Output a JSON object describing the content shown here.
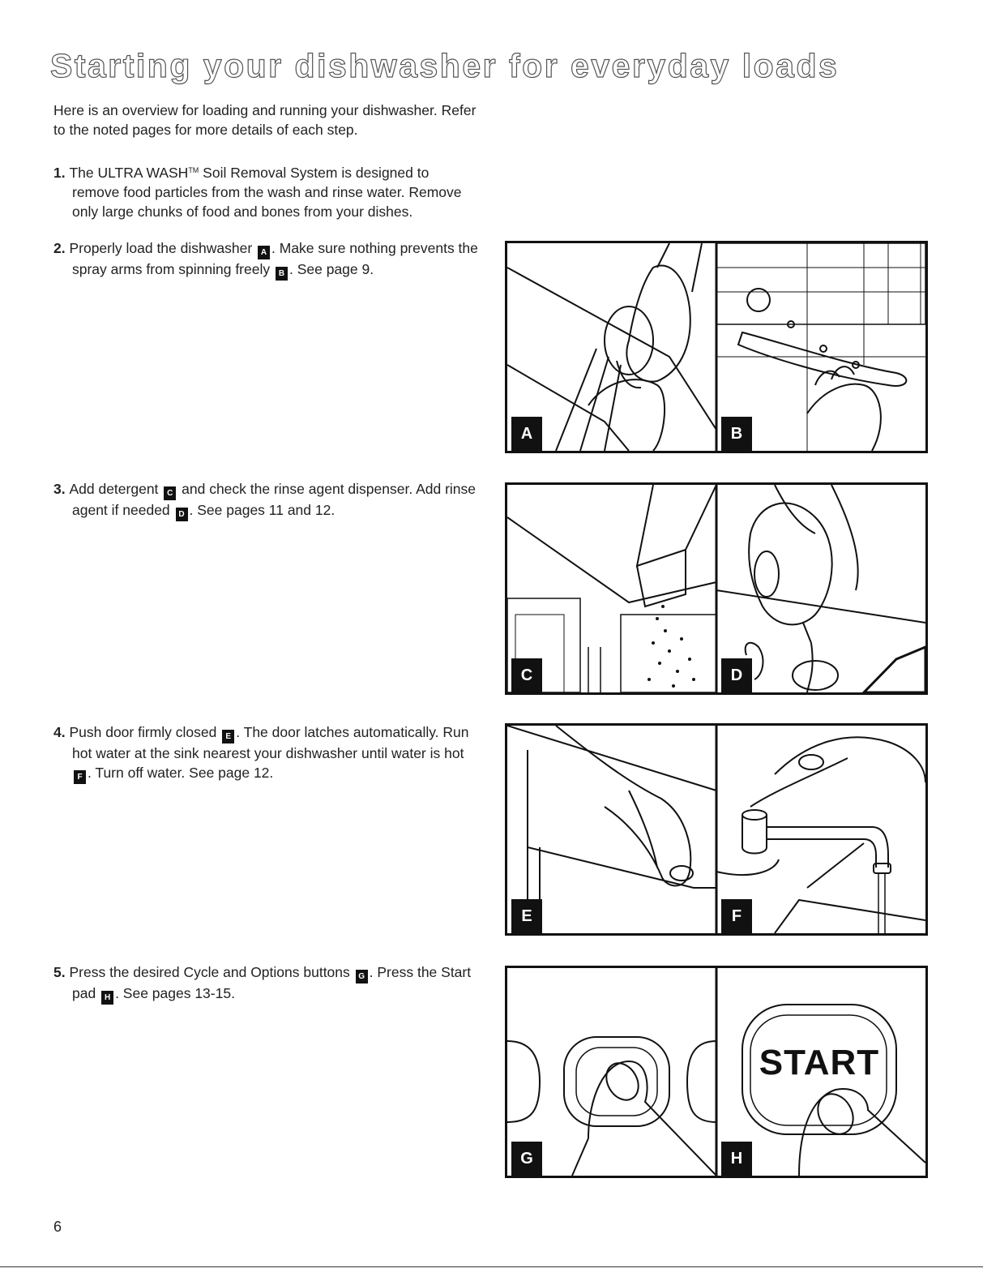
{
  "page": {
    "title": "Starting your dishwasher for everyday loads",
    "intro": "Here is an overview for loading and running your dishwasher. Refer to the noted pages for more details of each step.",
    "page_number": "6"
  },
  "steps": [
    {
      "num": "1.",
      "segments": [
        {
          "text": "The ULTRA WASH"
        },
        {
          "tm": "TM"
        },
        {
          "text": " Soil Removal System is designed to remove food particles from the wash and rinse water. Remove only large chunks of food and bones from your dishes."
        }
      ]
    },
    {
      "num": "2.",
      "segments": [
        {
          "text": "Properly load the dishwasher "
        },
        {
          "badge": "A"
        },
        {
          "text": ". Make sure nothing prevents the spray arms from spinning freely "
        },
        {
          "badge": "B"
        },
        {
          "text": ". See page 9."
        }
      ]
    },
    {
      "num": "3.",
      "segments": [
        {
          "text": "Add detergent "
        },
        {
          "badge": "C"
        },
        {
          "text": " and check the rinse agent dispenser. Add rinse agent if needed "
        },
        {
          "badge": "D"
        },
        {
          "text": ". See pages 11 and 12."
        }
      ]
    },
    {
      "num": "4.",
      "segments": [
        {
          "text": "Push door firmly closed "
        },
        {
          "badge": "E"
        },
        {
          "text": ". The door latches automatically. Run hot water at the sink nearest your dishwasher until water is hot "
        },
        {
          "badge": "F"
        },
        {
          "text": ". Turn off water. See page 12."
        }
      ]
    },
    {
      "num": "5.",
      "segments": [
        {
          "text": "Press the desired Cycle and Options buttons "
        },
        {
          "badge": "G"
        },
        {
          "text": ". Press the Start pad "
        },
        {
          "badge": "H"
        },
        {
          "text": ". See pages 13-15."
        }
      ]
    }
  ],
  "figures": {
    "a": "A",
    "b": "B",
    "c": "C",
    "d": "D",
    "e": "E",
    "f": "F",
    "g": "G",
    "h": "H",
    "start_text": "START"
  }
}
